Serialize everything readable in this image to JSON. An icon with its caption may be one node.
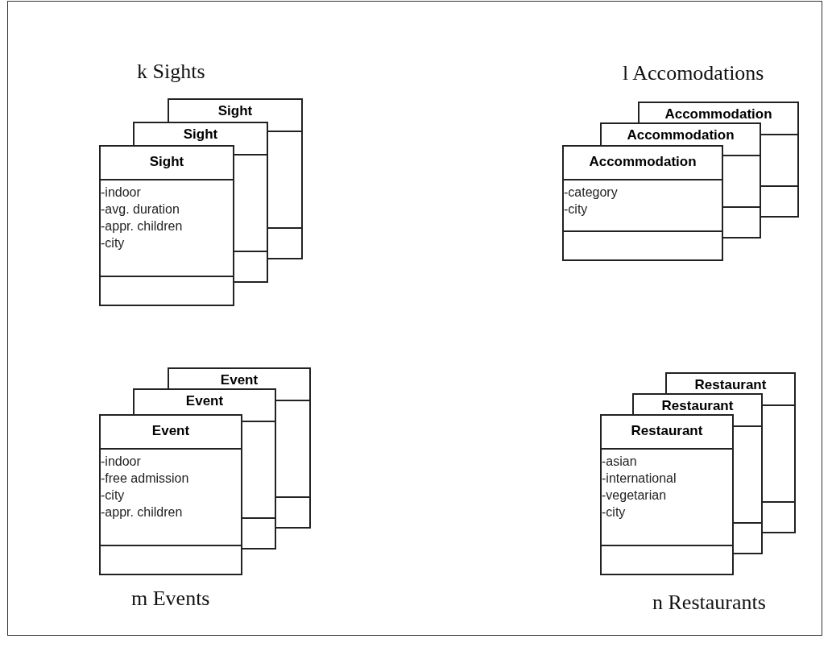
{
  "diagram": {
    "nodes": [
      {
        "text": [
          "Sight"
        ]
      },
      {
        "text": [
          "Sight"
        ]
      },
      {
        "text": [
          "Sight",
          "-indoor",
          "-avg. duration",
          "-appr. children",
          "-city"
        ]
      },
      {
        "text": [
          "Accommodation"
        ]
      },
      {
        "text": [
          "Accommodation"
        ]
      },
      {
        "text": [
          "Accommodation",
          "-category",
          "-city"
        ]
      },
      {
        "text": [
          "Event"
        ]
      },
      {
        "text": [
          "Event"
        ]
      },
      {
        "text": [
          "Event",
          "-indoor",
          "-free admission",
          "-city",
          "-appr. children"
        ]
      },
      {
        "text": [
          "Restaurant"
        ]
      },
      {
        "text": [
          "Restaurant"
        ]
      },
      {
        "text": [
          "Restaurant",
          "-asian",
          "-international",
          "-vegetarian",
          "-city"
        ]
      }
    ],
    "labels": [
      "k Sights",
      "l Accomodations",
      "m Events",
      "n Restaurants"
    ]
  }
}
